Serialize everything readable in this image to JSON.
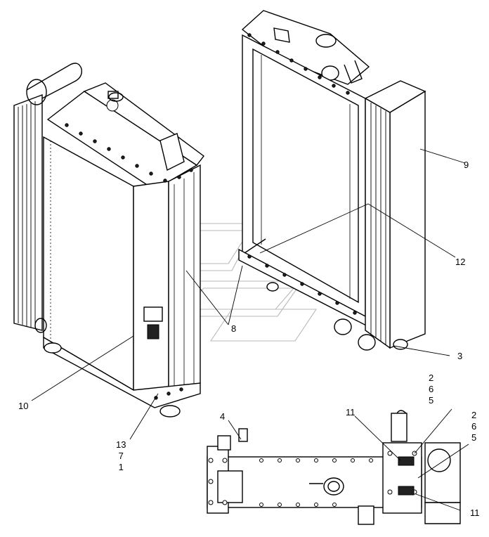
{
  "diagram": {
    "views": [
      "radiator-front-view",
      "radiator-rear-view",
      "radiator-top-view"
    ],
    "callouts": [
      {
        "id": "c10",
        "text": "10"
      },
      {
        "id": "c13",
        "lines": [
          "13",
          "7",
          "1"
        ]
      },
      {
        "id": "c8",
        "text": "8"
      },
      {
        "id": "c9",
        "text": "9"
      },
      {
        "id": "c12",
        "text": "12"
      },
      {
        "id": "c3",
        "text": "3"
      },
      {
        "id": "c4",
        "text": "4"
      },
      {
        "id": "c11a",
        "text": "11"
      },
      {
        "id": "c265a",
        "lines": [
          "2",
          "6",
          "5"
        ]
      },
      {
        "id": "c265b",
        "lines": [
          "2",
          "6",
          "5"
        ]
      },
      {
        "id": "c11b",
        "text": "11"
      }
    ]
  }
}
